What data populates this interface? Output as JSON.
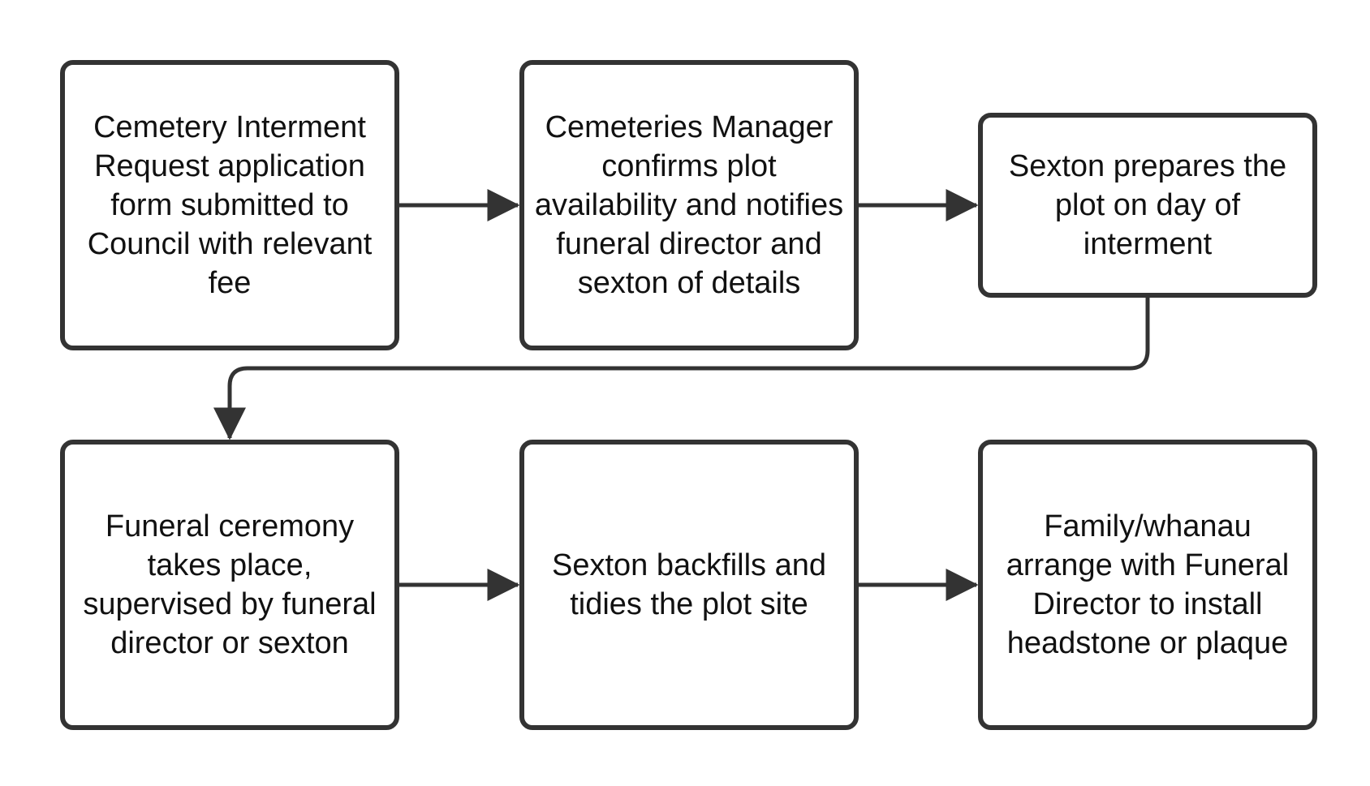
{
  "steps": [
    {
      "id": "step-1",
      "label": "Cemetery Interment Request application form submitted to Council with relevant fee"
    },
    {
      "id": "step-2",
      "label": "Cemeteries Manager confirms plot availability and notifies funeral director and sexton of details"
    },
    {
      "id": "step-3",
      "label": "Sexton prepares the plot on day of interment"
    },
    {
      "id": "step-4",
      "label": "Funeral ceremony takes place, supervised by funeral director or sexton"
    },
    {
      "id": "step-5",
      "label": "Sexton backfills and tidies the plot site"
    },
    {
      "id": "step-6",
      "label": "Family/whanau arrange with Funeral Director to install headstone or plaque"
    }
  ],
  "connections": [
    {
      "from": "step-1",
      "to": "step-2"
    },
    {
      "from": "step-2",
      "to": "step-3"
    },
    {
      "from": "step-3",
      "to": "step-4"
    },
    {
      "from": "step-4",
      "to": "step-5"
    },
    {
      "from": "step-5",
      "to": "step-6"
    }
  ],
  "colors": {
    "stroke": "#333333",
    "text": "#111111",
    "background": "#ffffff"
  }
}
